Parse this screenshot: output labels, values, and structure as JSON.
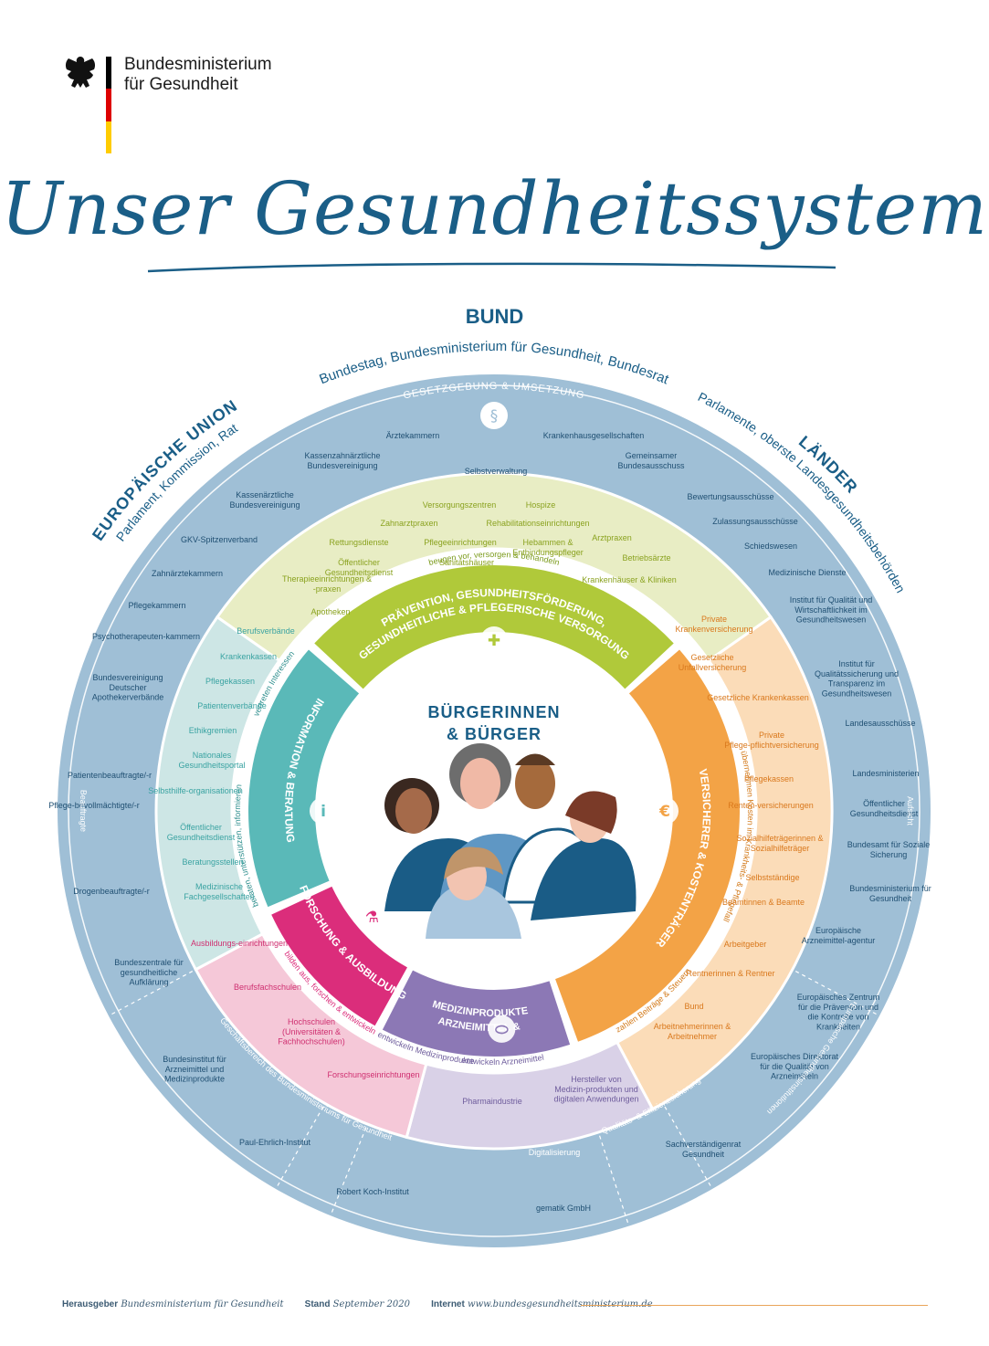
{
  "header": {
    "ministry_line1": "Bundesministerium",
    "ministry_line2": "für Gesundheit",
    "flag_colors": [
      "#000000",
      "#dd0000",
      "#ffcc00"
    ],
    "eagle_icon": "federal-eagle-icon"
  },
  "title": "Unser Gesundheitssystem",
  "outer_arcs": {
    "bund_title": "BUND",
    "bund_sub": "Bundestag, Bundesministerium für Gesundheit, Bundesrat",
    "gesetzgebung": "GESETZGEBUNG & UMSETZUNG",
    "eu_title": "EUROPÄISCHE UNION",
    "eu_sub": "Parlament, Kommission, Rat",
    "laender_title": "LÄNDER",
    "laender_sub": "Parlamente, oberste Landesgesundheitsbehörden"
  },
  "outer_ring": {
    "top_items": [
      "Ärztekammern",
      "Krankenhausgesellschaften",
      "Kassenzahnärztliche Bundesvereinigung",
      "Gemeinsamer Bundesausschuss",
      "Selbstverwaltung",
      "Kassenärztliche Bundesvereinigung",
      "Bewertungsausschüsse",
      "GKV-Spitzenverband",
      "Zulassungsausschüsse",
      "Schiedswesen",
      "Zahnärztekammern",
      "Medizinische Dienste",
      "Pflegekammern",
      "Institut für Qualität und Wirtschaftlichkeit im Gesundheitswesen",
      "Psychotherapeuten-kammern",
      "Institut für Qualitätssicherung und Transparenz im Gesundheitswesen",
      "Bundesvereinigung Deutscher Apothekerverbände",
      "Landesausschüsse"
    ],
    "left_items": [
      "Patientenbeauftragte/-r",
      "Pflege-bevollmächtigte/-r",
      "Drogenbeauftragte/-r"
    ],
    "left_label": "Beauftragte",
    "right_items": [
      "Landesministerien",
      "Öffentlicher Gesundheitsdienst",
      "Bundesamt für Soziale Sicherung",
      "Bundesministerium für Gesundheit"
    ],
    "right_label": "Aufsicht",
    "eu_inst_label": "Europäische Gesundheitsinstitutionen",
    "eu_inst_items": [
      "Europäische Arzneimittel-agentur",
      "Europäisches Zentrum für die Prävention und die Kontrolle von Krankheiten",
      "Europäisches Direktorat für die Qualität von Arzneimitteln"
    ],
    "bmg_label": "Geschäftsbereich des Bundesministeriums für Gesundheit",
    "bmg_items": [
      "Bundeszentrale für gesundheitliche Aufklärung",
      "Bundesinstitut für Arzneimittel und Medizinprodukte",
      "Paul-Ehrlich-Institut",
      "Robert Koch-Institut"
    ],
    "bottom_items": [
      "Digitalisierung",
      "gematik GmbH"
    ],
    "quality_label": "Qualitäts- & Effizienzsicherung",
    "sachverstaendigenrat": "Sachverständigenrat Gesundheit"
  },
  "middle_ring": {
    "green_items": [
      "Versorgungszentren",
      "Hospize",
      "Zahnarztpraxen",
      "Rehabilitationseinrichtungen",
      "Rettungsdienste",
      "Pflegeeinrichtungen",
      "Arztpraxen",
      "Öffentlicher Gesundheitsdienst",
      "Hebammen & Entbindungspfleger",
      "Sanitätshäuser",
      "Betriebsärzte",
      "Therapieeinrichtungen & -praxen",
      "Krankenhäuser & Kliniken",
      "Apotheken"
    ],
    "teal_items": [
      "Berufsverbände",
      "Krankenkassen",
      "Pflegekassen",
      "Patientenverbände",
      "Ethikgremien",
      "Nationales Gesundheitsportal",
      "Selbsthilfe-organisationen",
      "Öffentlicher Gesundheitsdienst",
      "Beratungsstellen",
      "Medizinische Fachgesellschaften"
    ],
    "orange_items": [
      "Private Krankenversicherung",
      "Gesetzliche Unfallversicherung",
      "Gesetzliche Krankenkassen",
      "Private Pflege-pflichtversicherung",
      "Pflegekassen",
      "Renten-versicherungen",
      "Sozialhilfeträgerinnen & Sozialhilfeträger",
      "Selbstständige",
      "Beamtinnen & Beamte",
      "Arbeitgeber",
      "Rentnerinnen & Rentner",
      "Bund",
      "Arbeitnehmerinnen & Arbeitnehmer"
    ],
    "pink_items": [
      "Ausbildungs-einrichtungen",
      "Berufsfachschulen",
      "Hochschulen (Universitäten & Fachhochschulen)",
      "Forschungseinrichtungen"
    ],
    "purple_items": [
      "Pharmaindustrie",
      "Hersteller von Medizin-produkten und digitalen Anwendungen"
    ]
  },
  "inner_ring": {
    "green_title1": "PRÄVENTION, GESUNDHEITSFÖRDERUNG,",
    "green_title2": "GESUNDHEITLICHE & PFLEGERISCHE VERSORGUNG",
    "teal_title": "INFORMATION & BERATUNG",
    "orange_title": "VERSICHERER & KOSTENTRÄGER",
    "pink_title": "FORSCHUNG & AUSBILDUNG",
    "purple_title1": "ARZNEIMITTEL &",
    "purple_title2": "MEDIZINPRODUKTE",
    "verbs": {
      "green": "beugen vor, versorgen & behandeln",
      "teal1": "vertreten Interessen",
      "teal2": "beraten, unterstützen, informieren",
      "orange1": "übernehmen Kosten im Krankheits- & Pflegefall",
      "orange2": "zahlen Beiträge & Steuern",
      "pink": "bilden aus, forschen & entwickeln",
      "purple1": "entwickeln Arzneimittel",
      "purple2": "entwickeln Medizinprodukte"
    }
  },
  "center": {
    "line1": "BÜRGERINNEN",
    "line2": "& BÜRGER"
  },
  "footer": {
    "publisher_label": "Herausgeber",
    "publisher": "Bundesministerium für Gesundheit",
    "date_label": "Stand",
    "date": "September 2020",
    "internet_label": "Internet",
    "internet": "www.bundesgesundheitsministerium.de"
  },
  "colors": {
    "outer": "#9fbfd6",
    "outer_text": "#1f4f72",
    "title": "#1a5e87",
    "green": "#b0c93a",
    "green_light": "#e8edc4",
    "teal": "#5ab9b8",
    "teal_light": "#cde6e5",
    "orange": "#f3a346",
    "orange_light": "#fbdcb8",
    "pink": "#db2d7b",
    "pink_light": "#f5c8d8",
    "purple": "#8c78b5",
    "purple_light": "#d9d1e7"
  }
}
